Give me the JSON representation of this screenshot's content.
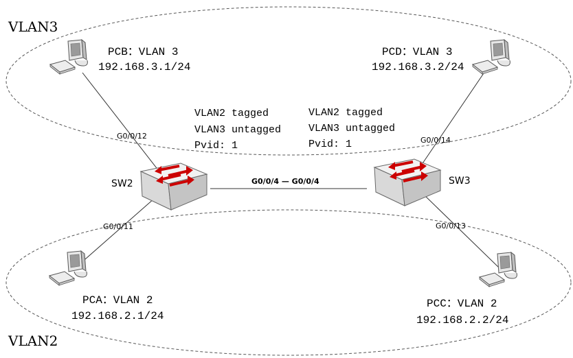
{
  "vlan_zones": {
    "vlan3_label": "VLAN3",
    "vlan2_label": "VLAN2"
  },
  "pcs": {
    "pcb": {
      "name_vlan": "PCB：VLAN 3",
      "ip": "192.168.3.1/24"
    },
    "pcd": {
      "name_vlan": "PCD：VLAN 3",
      "ip": "192.168.3.2/24"
    },
    "pca": {
      "name_vlan": "PCA：VLAN 2",
      "ip": "192.168.2.1/24"
    },
    "pcc": {
      "name_vlan": "PCC：VLAN 2",
      "ip": "192.168.2.2/24"
    }
  },
  "switches": {
    "sw2": {
      "label": "SW2"
    },
    "sw3": {
      "label": "SW3"
    }
  },
  "ports": {
    "sw2_pcb": "G0/0/12",
    "sw2_pca": "G0/0/11",
    "sw3_pcd": "G0/0/14",
    "sw3_pcc": "G0/0/13",
    "trunk": "G0/0/4 — G0/0/4"
  },
  "trunk_config": {
    "sw2": {
      "line1": "VLAN2 tagged",
      "line2": "VLAN3 untagged",
      "line3": "Pvid: 1"
    },
    "sw3": {
      "line1": "VLAN2 tagged",
      "line2": "VLAN3 untagged",
      "line3": "Pvid: 1"
    }
  },
  "colors": {
    "line": "#333333",
    "ellipse": "#555555",
    "switch_top": "#f2f2f2",
    "switch_front": "#d9d9d9",
    "switch_side": "#c4c4c4",
    "arrow_red": "#cc0000",
    "monitor_body": "#e6e6e6",
    "monitor_screen": "#9a9a9a"
  }
}
